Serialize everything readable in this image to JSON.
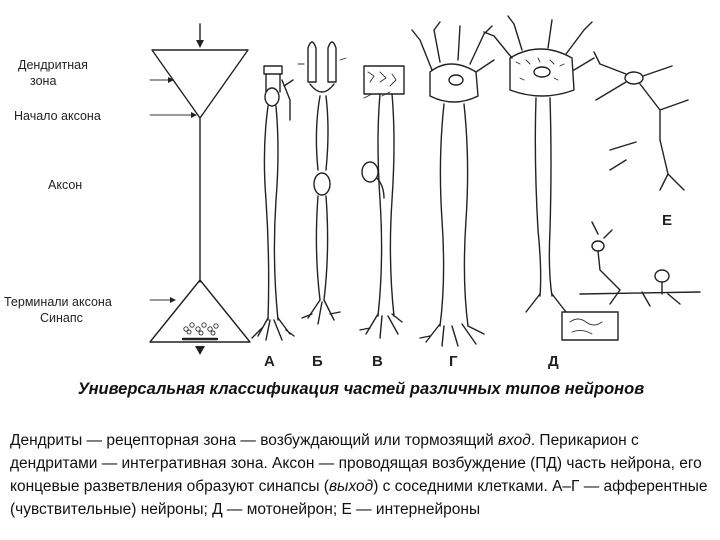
{
  "labels": {
    "dendritic_zone": "Дендритная",
    "dendritic_zone_2": "зона",
    "axon_start": "Начало аксона",
    "axon": "Аксон",
    "terminals": "Терминали аксона",
    "synapse": "Синапс"
  },
  "neuron_letters": [
    "А",
    "Б",
    "В",
    "Г",
    "Д",
    "Е"
  ],
  "caption": "Универсальная классификация частей различных типов нейронов",
  "description": {
    "s1a": "Дендриты — рецепторная зона — возбуждающий или тормозящий ",
    "s1b": "вход",
    "s1c": ". Перикарион с дендритами — интегративная зона. Аксон — проводящая возбуждение (ПД) часть нейрона, его концевые разветвления образуют синапсы (",
    "s1d": "выход",
    "s1e": ") с соседними клетками. А–Г — афферентные (чувствительные) нейроны; Д — мотонейрон; Е — интернейроны"
  }
}
